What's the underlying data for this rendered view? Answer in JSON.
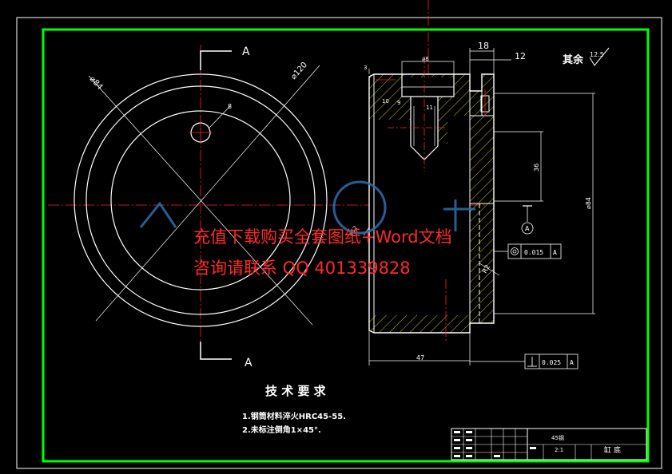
{
  "section_markers": {
    "top_label": "A",
    "bottom_label": "A"
  },
  "left_view": {
    "dim_outer_dia": "⌀120",
    "dim_inner_dia": "⌀84",
    "dim_hole": "8"
  },
  "right_view": {
    "dim_top_18": "18",
    "dim_top_12": "12",
    "dim_counterbore": "⌀8",
    "dim_chamfer": "3",
    "dim_10": "10",
    "dim_9": "9",
    "dim_11": "11",
    "dim_side": "36",
    "dim_dia_large": "⌀84",
    "dim_dia_small": "⌀52",
    "dim_r": "R2",
    "dim_bottom_47": "47",
    "datum_label": "A"
  },
  "roughness": {
    "label": "其余",
    "value": "12.5"
  },
  "tolerance_frames": {
    "concentricity_value": "0.015",
    "concentricity_datum": "A",
    "perpendicular_value": "0.025",
    "perpendicular_datum": "A"
  },
  "tech_requirements": {
    "title": "技 术 要 求",
    "line1": "1.钢筒材料淬火HRC45-55.",
    "line2": "2.未标注倒角1×45°."
  },
  "title_block": {
    "material": "45钢",
    "scale": "2:1",
    "part_name": "缸 底"
  },
  "watermark": {
    "line1": "充值下载购买全套图纸+Word文档",
    "line2": "咨询请联系  QQ 401339828"
  },
  "colors": {
    "frame": "#00ff00",
    "outline": "#ffffff",
    "centerline": "#ff2020",
    "hatch": "#ffff00",
    "dimension": "#00ffff",
    "watermark": "#ff2a2a"
  }
}
